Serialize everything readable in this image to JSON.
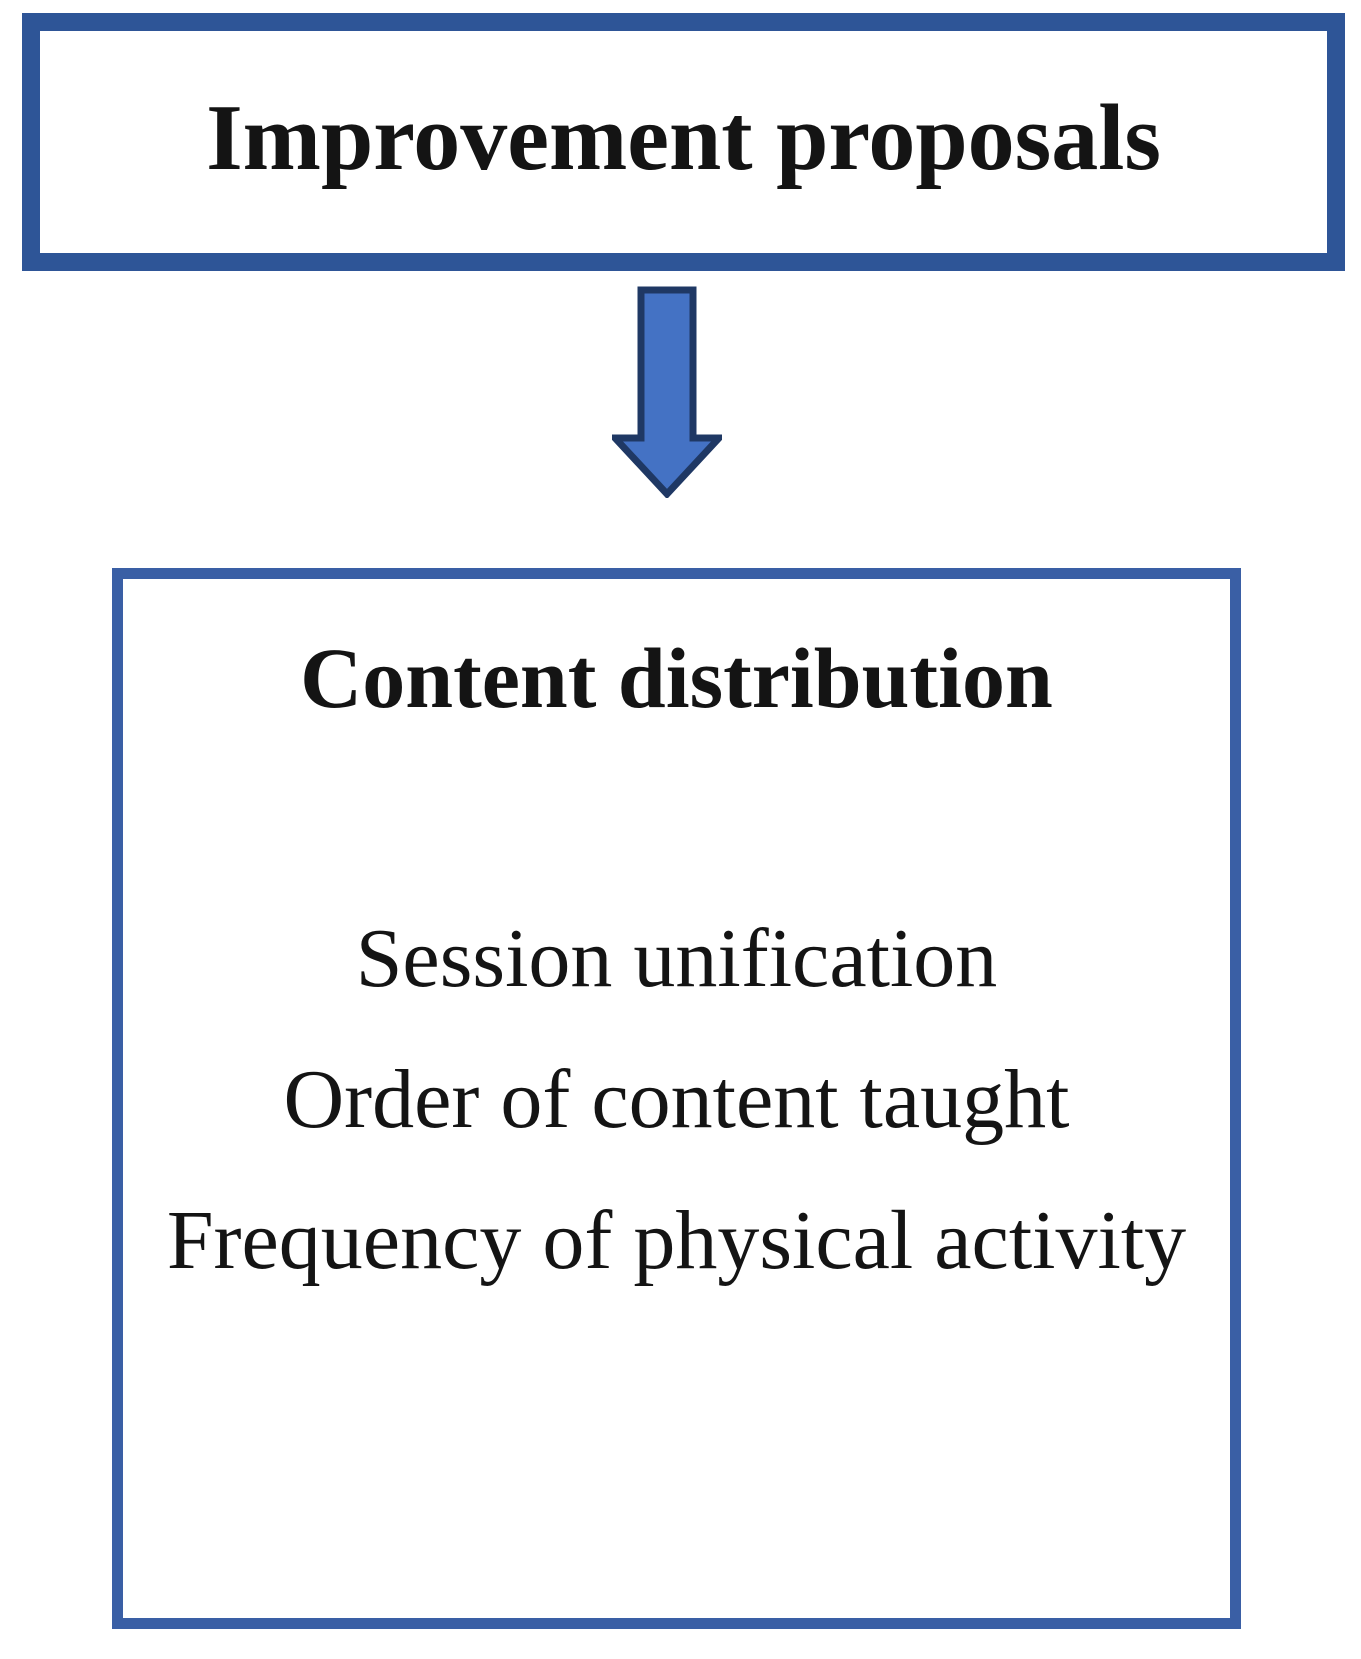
{
  "diagram": {
    "top_box": {
      "title": "Improvement proposals"
    },
    "arrow": {
      "icon": "down-arrow"
    },
    "bottom_box": {
      "title": "Content distribution",
      "items": [
        "Session unification",
        "Order of content taught",
        "Frequency of physical activity"
      ]
    },
    "colors": {
      "background": "#FFFFFF",
      "top_box_border": "#2E5597",
      "bottom_box_border": "#3A5FA5",
      "arrow_fill": "#4472C4",
      "arrow_stroke": "#1F3864",
      "text": "#141414"
    }
  }
}
